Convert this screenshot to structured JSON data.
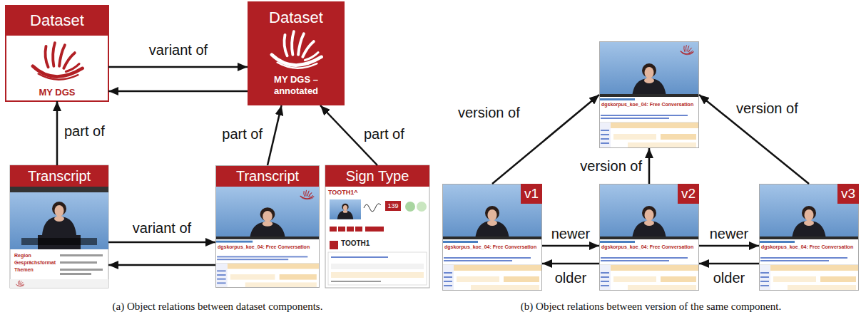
{
  "diagram": {
    "nodes": [
      {
        "text": [
          "Dataset",
          "MY DGS"
        ]
      },
      {
        "text": [
          "Dataset",
          "MY DGS – annotated"
        ]
      },
      {
        "text": [
          "Transcript",
          "Region",
          "Gesprächsformat",
          "Themen"
        ]
      },
      {
        "text": [
          "Transcript",
          "dgskorpus_koe_04: Free Conversation"
        ]
      },
      {
        "text": [
          "Sign Type",
          "TOOTH1^",
          "139",
          "TOOTH1"
        ]
      },
      {
        "text": [
          "dgskorpus_koe_04: Free Conversation"
        ]
      },
      {
        "text": [
          "v1",
          "dgskorpus_koe_04: Free Conversation"
        ]
      },
      {
        "text": [
          "v2",
          "dgskorpus_koe_04: Free Conversation"
        ]
      },
      {
        "text": [
          "v3",
          "dgskorpus_koe_04: Free Conversation"
        ]
      }
    ],
    "edges": [
      {
        "from": 0,
        "to": 1,
        "arrow": "to",
        "label": "variant of"
      },
      {
        "from": 1,
        "to": 0,
        "arrow": "to"
      },
      {
        "from": 2,
        "to": 0,
        "arrow": "to",
        "label": "part of"
      },
      {
        "from": 3,
        "to": 1,
        "arrow": "to",
        "label": "part of"
      },
      {
        "from": 4,
        "to": 1,
        "arrow": "to",
        "label": "part of"
      },
      {
        "from": 2,
        "to": 3,
        "arrow": "to",
        "label": "variant of"
      },
      {
        "from": 3,
        "to": 2,
        "arrow": "to"
      },
      {
        "from": 6,
        "to": 5,
        "arrow": "to",
        "label": "version of"
      },
      {
        "from": 7,
        "to": 5,
        "arrow": "to",
        "label": "version of"
      },
      {
        "from": 8,
        "to": 5,
        "arrow": "to",
        "label": "version of"
      },
      {
        "from": 6,
        "to": 7,
        "arrow": "to",
        "label": "newer"
      },
      {
        "from": 7,
        "to": 6,
        "arrow": "to",
        "label": "older"
      },
      {
        "from": 7,
        "to": 8,
        "arrow": "to",
        "label": "newer"
      },
      {
        "from": 8,
        "to": 7,
        "arrow": "to",
        "label": "older"
      }
    ],
    "labels": [
      "(a) Object relations between dataset components.",
      "(b) Object relations between version of the same component."
    ]
  }
}
